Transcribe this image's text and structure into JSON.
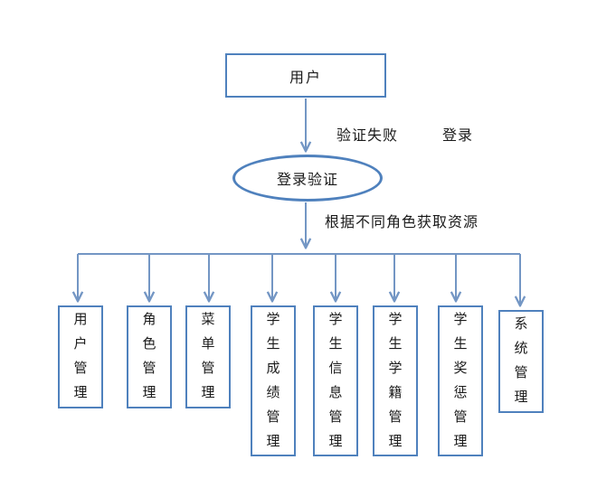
{
  "colors": {
    "node_border": "#4f81bd",
    "connector": "#7396c4",
    "text": "#1a1a1a",
    "background": "#ffffff"
  },
  "nodes": {
    "user": {
      "label": "用户",
      "shape": "rectangle"
    },
    "login_verification": {
      "label": "登录验证",
      "shape": "ellipse"
    }
  },
  "edge_labels": {
    "login_failed": "验证失败",
    "login": "登录",
    "get_resources": "根据不同角色获取资源"
  },
  "modules": [
    {
      "label": "用户管理"
    },
    {
      "label": "角色管理"
    },
    {
      "label": "菜单管理"
    },
    {
      "label": "学生成绩管理"
    },
    {
      "label": "学生信息管理"
    },
    {
      "label": "学生学籍管理"
    },
    {
      "label": "学生奖惩管理"
    },
    {
      "label": "系统管理"
    }
  ]
}
